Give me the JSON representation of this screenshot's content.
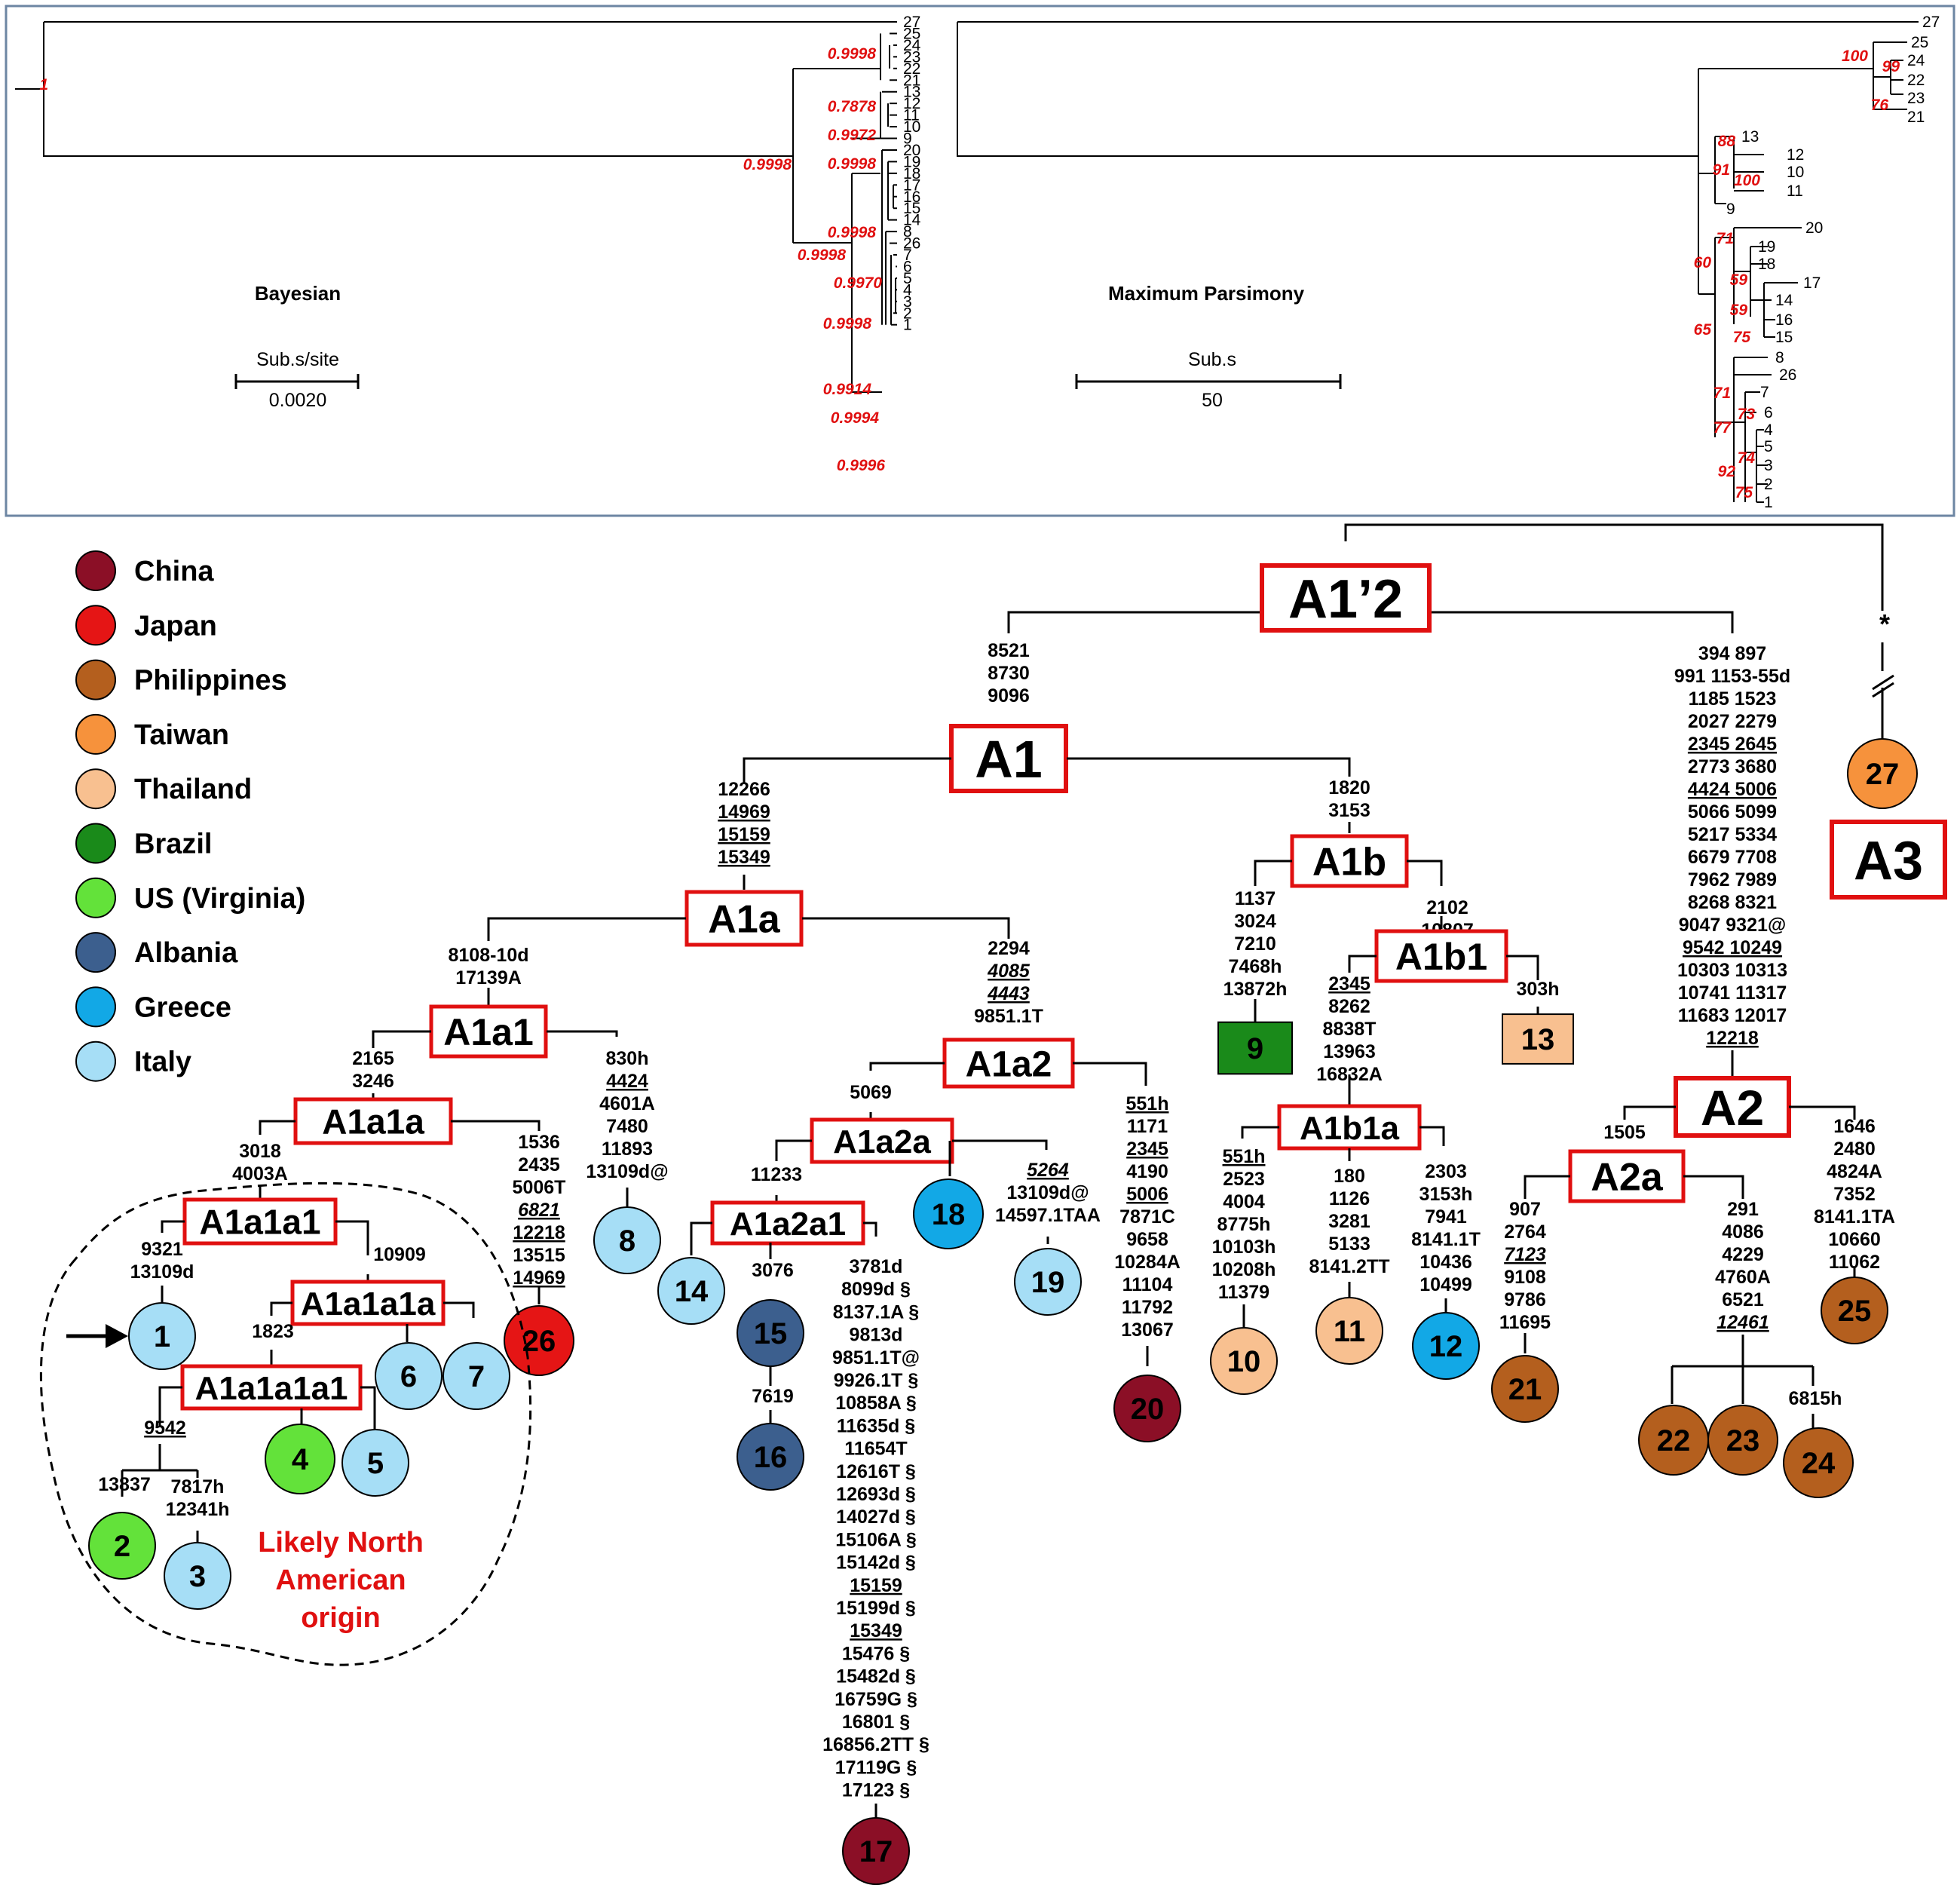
{
  "colors": {
    "China": "#8b0f26",
    "Japan": "#e51515",
    "Philippines": "#b45f1e",
    "Taiwan": "#f6923c",
    "Thailand": "#f8c090",
    "Brazil": "#1a8a1a",
    "US": "#63e23a",
    "Albania": "#3c5f8e",
    "Greece": "#12a8e6",
    "Italy": "#a6def6",
    "support": "#e01010",
    "box": "#e01010"
  },
  "legend": [
    {
      "label": "China",
      "color": "#8b0f26"
    },
    {
      "label": "Japan",
      "color": "#e51515"
    },
    {
      "label": "Philippines",
      "color": "#b45f1e"
    },
    {
      "label": "Taiwan",
      "color": "#f6923c"
    },
    {
      "label": "Thailand",
      "color": "#f8c090"
    },
    {
      "label": "Brazil",
      "color": "#1a8a1a"
    },
    {
      "label": "US (Virginia)",
      "color": "#63e23a"
    },
    {
      "label": "Albania",
      "color": "#3c5f8e"
    },
    {
      "label": "Greece",
      "color": "#12a8e6"
    },
    {
      "label": "Italy",
      "color": "#a6def6"
    }
  ],
  "bayesian": {
    "title": "Bayesian",
    "scale_label": "Sub.s/site",
    "scale_value": "0.0020",
    "leaves": [
      "27",
      "25",
      "24",
      "23",
      "22",
      "21",
      "13",
      "12",
      "11",
      "10",
      "9",
      "20",
      "19",
      "18",
      "17",
      "16",
      "15",
      "14",
      "8",
      "26",
      "7",
      "6",
      "5",
      "4",
      "3",
      "2",
      "1"
    ],
    "supports": [
      "1",
      "0.9998",
      "0.7878",
      "0.9998",
      "0.9972",
      "0.9998",
      "0.9998",
      "0.9998",
      "0.9970",
      "0.9998",
      "0.9914",
      "0.9994",
      "0.9996"
    ]
  },
  "parsimony": {
    "title": "Maximum Parsimony",
    "scale_label": "Sub.s",
    "scale_value": "50",
    "leaves": [
      "27",
      "25",
      "24",
      "22",
      "23",
      "21",
      "13",
      "12",
      "10",
      "11",
      "9",
      "20",
      "19",
      "18",
      "17",
      "14",
      "16",
      "15",
      "8",
      "26",
      "7",
      "6",
      "4",
      "5",
      "3",
      "2",
      "1"
    ],
    "supports": [
      "100",
      "99",
      "76",
      "88",
      "91",
      "100",
      "71",
      "60",
      "59",
      "59",
      "65",
      "75",
      "71",
      "73",
      "77",
      "74",
      "92",
      "75"
    ]
  },
  "haplogroups": [
    "A1’2",
    "A1",
    "A1a",
    "A1b",
    "A1b1",
    "A1a1",
    "A1a2",
    "A1a1a",
    "A1a2a",
    "A1b1a",
    "A1a1a1",
    "A1a2a1",
    "A1a1a1a",
    "A1a1a1a1",
    "A2",
    "A2a",
    "A3"
  ],
  "samples": [
    "1",
    "2",
    "3",
    "4",
    "5",
    "6",
    "7",
    "8",
    "9",
    "10",
    "11",
    "12",
    "13",
    "14",
    "15",
    "16",
    "17",
    "18",
    "19",
    "20",
    "21",
    "22",
    "23",
    "24",
    "25",
    "26",
    "27"
  ],
  "mutations": {
    "m_a1": [
      "8521",
      "8730",
      "9096"
    ],
    "m_a2": [
      "394 897",
      "991 1153-55d",
      "1185 1523",
      "2027 2279",
      "2345 2645",
      "2773 3680",
      "4424 5006",
      "5066 5099",
      "5217 5334",
      "6679 7708",
      "7962 7989",
      "8268 8321",
      "9047 9321@",
      "9542 10249",
      "10303 10313",
      "10741 11317",
      "11683 12017",
      "12218"
    ],
    "m_a1a": [
      "12266",
      "14969",
      "15159",
      "15349"
    ],
    "m_a1b": [
      "1820",
      "3153"
    ],
    "m_a1a1": [
      "8108-10d",
      "17139A"
    ],
    "m_a1a2": [
      "2294",
      "4085",
      "4443",
      "9851.1T"
    ],
    "m_9": [
      "1137",
      "3024",
      "7210",
      "7468h",
      "13872h"
    ],
    "m_a1b1": [
      "2102",
      "10807"
    ],
    "m_13": [
      "303h"
    ],
    "m_a1b1a": [
      "2345",
      "8262",
      "8838T",
      "13963",
      "16832A"
    ],
    "m_a1a1a": [
      "2165",
      "3246"
    ],
    "m_8": [
      "830h",
      "4424",
      "4601A",
      "7480",
      "11893",
      "13109d@"
    ],
    "m_a1a2a": [
      "5069"
    ],
    "m_20": [
      "551h",
      "1171",
      "2345",
      "4190",
      "5006",
      "7871C",
      "9658",
      "10284A",
      "11104",
      "11792",
      "13067"
    ],
    "m_a1a1a1": [
      "3018",
      "4003A"
    ],
    "m_26": [
      "1536",
      "2435",
      "5006T",
      "6821",
      "12218",
      "13515",
      "14969"
    ],
    "m_a1a2a1": [
      "11233"
    ],
    "m_19": [
      "5264",
      "13109d@",
      "14597.1TAA"
    ],
    "m_1": [
      "9321",
      "13109d"
    ],
    "m_a1a1a1a": [
      "10909"
    ],
    "m_15": [
      "3076"
    ],
    "m_16": [
      "7619"
    ],
    "m_17": [
      "3781d",
      "8099d §",
      "8137.1A §",
      "9813d",
      "9851.1T@",
      "9926.1T §",
      "10858A §",
      "11635d §",
      "11654T",
      "12616T §",
      "12693d §",
      "14027d §",
      "15106A §",
      "15142d §",
      "15159",
      "15199d §",
      "15349",
      "15476 §",
      "15482d §",
      "16759G §",
      "16801 §",
      "16856.2TT §",
      "17119G §",
      "17123 §"
    ],
    "m_a1a1a1a1": [
      "1823"
    ],
    "m_2": [
      "13837"
    ],
    "m_3": [
      "7817h",
      "12341h"
    ],
    "m_9542": [
      "9542"
    ],
    "m_10": [
      "551h",
      "2523",
      "4004",
      "8775h",
      "10103h",
      "10208h",
      "11379"
    ],
    "m_11": [
      "180",
      "1126",
      "3281",
      "5133",
      "8141.2TT"
    ],
    "m_12": [
      "2303",
      "3153h",
      "7941",
      "8141.1T",
      "10436",
      "10499"
    ],
    "m_a2a": [
      "1505"
    ],
    "m_21": [
      "907",
      "2764",
      "7123",
      "9108",
      "9786",
      "11695"
    ],
    "m_a2a_r": [
      "291",
      "4086",
      "4229",
      "4760A",
      "6521",
      "12461"
    ],
    "m_24": [
      "6815h"
    ],
    "m_25": [
      "1646",
      "2480",
      "4824A",
      "7352",
      "8141.1TA",
      "10660",
      "11062"
    ]
  },
  "asterisk": "*",
  "origin_note": [
    "Likely North",
    "American",
    "origin"
  ]
}
